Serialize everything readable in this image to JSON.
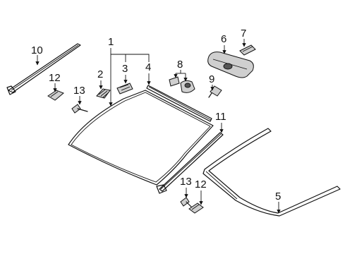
{
  "callouts": {
    "c1": "1",
    "c2": "2",
    "c3": "3",
    "c4": "4",
    "c5": "5",
    "c6": "6",
    "c7": "7",
    "c8": "8",
    "c9": "9",
    "c10": "10",
    "c11": "11",
    "c12a": "12",
    "c12b": "12",
    "c13a": "13",
    "c13b": "13"
  },
  "colors": {
    "line": "#111111",
    "background": "#ffffff",
    "part_fill": "#cfcfcf"
  },
  "icons": {
    "arrowhead": "arrowhead-icon"
  }
}
